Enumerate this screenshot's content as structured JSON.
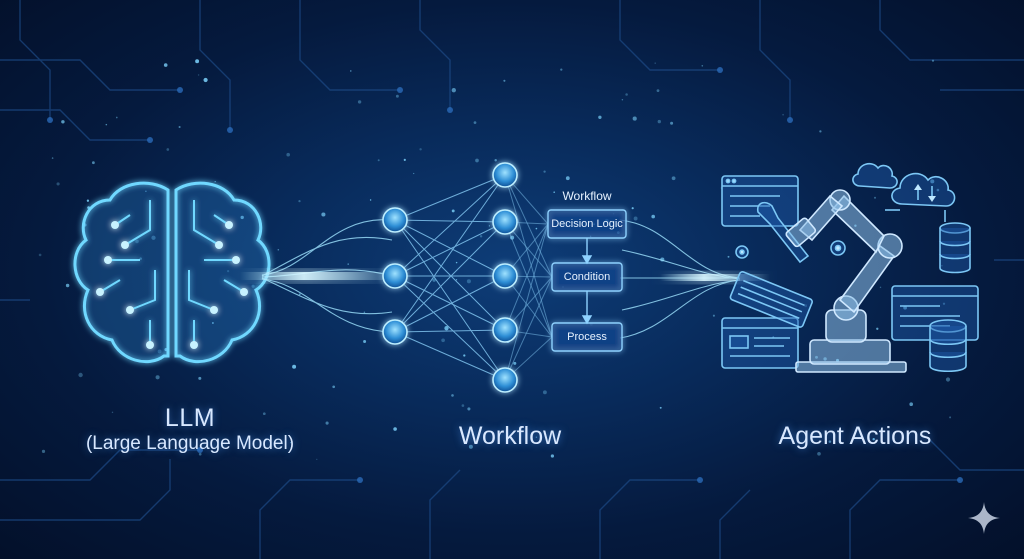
{
  "llm": {
    "title": "LLM",
    "subtitle": "(Large Language Model)"
  },
  "workflow": {
    "caption": "Workflow",
    "panel_heading": "Workflow",
    "steps": [
      "Decision Logic",
      "Condition",
      "Process"
    ]
  },
  "agent": {
    "caption": "Agent Actions"
  },
  "colors": {
    "background": "#051a3e",
    "glow": "#5ecbff",
    "text": "#d8e8ff",
    "line": "#7fd0ff"
  },
  "icons": [
    "brain-icon",
    "neural-network-icon",
    "robot-arm-icon",
    "wrench-icon",
    "keyboard-icon",
    "cloud-icon",
    "cloud-sync-icon",
    "database-icon",
    "gear-icon",
    "browser-window-icon",
    "sparkle-icon"
  ]
}
